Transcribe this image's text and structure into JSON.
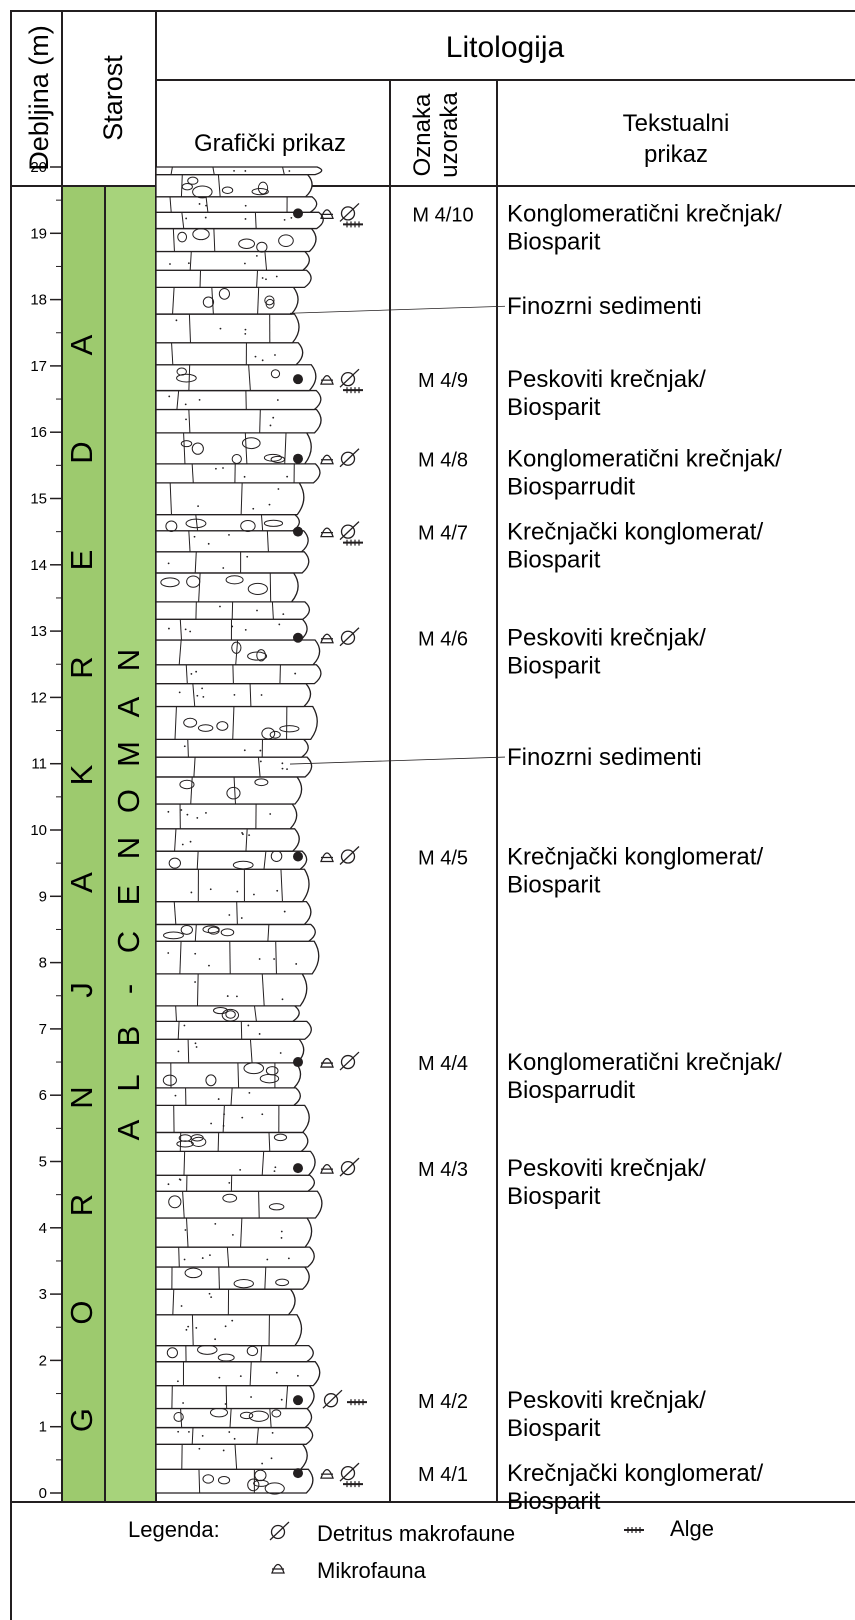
{
  "header": {
    "depth_label": "Debljina (m)",
    "age_label": "Starost",
    "lithology_label": "Litologija",
    "graphic_label": "Grafički prikaz",
    "sample_label_line1": "Oznaka",
    "sample_label_line2": "uzoraka",
    "text_label_line1": "Tekstualni",
    "text_label_line2": "prikaz"
  },
  "age": {
    "series_letters": [
      "G",
      "O",
      "R",
      "N",
      "J",
      "A",
      "K",
      "R",
      "E",
      "D",
      "A"
    ],
    "stage_letters": [
      "A",
      "L",
      "B",
      "-",
      "C",
      "E",
      "N",
      "O",
      "M",
      "A",
      "N"
    ],
    "series_color": "#9dca6e",
    "stage_color": "#a7d37b"
  },
  "depth_axis": {
    "min": 0,
    "max": 20,
    "ticks": [
      "0",
      "1",
      "2",
      "3",
      "4",
      "5",
      "6",
      "7",
      "8",
      "9",
      "10",
      "11",
      "12",
      "13",
      "14",
      "15",
      "16",
      "17",
      "18",
      "19",
      "20"
    ]
  },
  "samples": [
    {
      "depth": 19.3,
      "label": "M 4/10",
      "desc1": "Konglomeratični krečnjak/",
      "desc2": "Biosparit",
      "macro": true,
      "micro": true,
      "algae": true
    },
    {
      "depth": 16.8,
      "label": "M 4/9",
      "desc1": "Peskoviti krečnjak/",
      "desc2": "Biosparit",
      "macro": true,
      "micro": true,
      "algae": true
    },
    {
      "depth": 15.6,
      "label": "M 4/8",
      "desc1": "Konglomeratični krečnjak/",
      "desc2": "Biosparrudit",
      "macro": true,
      "micro": true,
      "algae": false
    },
    {
      "depth": 14.5,
      "label": "M 4/7",
      "desc1": "Krečnjački konglomerat/",
      "desc2": "Biosparit",
      "macro": true,
      "micro": true,
      "algae": true
    },
    {
      "depth": 12.9,
      "label": "M 4/6",
      "desc1": "Peskoviti krečnjak/",
      "desc2": "Biosparit",
      "macro": true,
      "micro": true,
      "algae": false
    },
    {
      "depth": 9.6,
      "label": "M 4/5",
      "desc1": "Krečnjački konglomerat/",
      "desc2": "Biosparit",
      "macro": true,
      "micro": true,
      "algae": false
    },
    {
      "depth": 6.5,
      "label": "M 4/4",
      "desc1": "Konglomeratični krečnjak/",
      "desc2": "Biosparrudit",
      "macro": true,
      "micro": true,
      "algae": false
    },
    {
      "depth": 4.9,
      "label": "M 4/3",
      "desc1": "Peskoviti krečnjak/",
      "desc2": "Biosparit",
      "macro": true,
      "micro": true,
      "algae": false
    },
    {
      "depth": 1.4,
      "label": "M 4/2",
      "desc1": "Peskoviti krečnjak/",
      "desc2": "Biosparit",
      "macro": true,
      "micro": false,
      "algae": true
    },
    {
      "depth": 0.3,
      "label": "M 4/1",
      "desc1": "Krečnjački konglomerat/",
      "desc2": "Biosparit",
      "macro": true,
      "micro": true,
      "algae": true
    }
  ],
  "fine_sediments": [
    {
      "depth": 17.9,
      "label": "Finozrni sedimenti"
    },
    {
      "depth": 11.1,
      "label": "Finozrni sedimenti"
    }
  ],
  "legend": {
    "title": "Legenda:",
    "macro_label": "Detritus makrofaune",
    "micro_label": "Mikrofauna",
    "algae_label": "Alge"
  }
}
